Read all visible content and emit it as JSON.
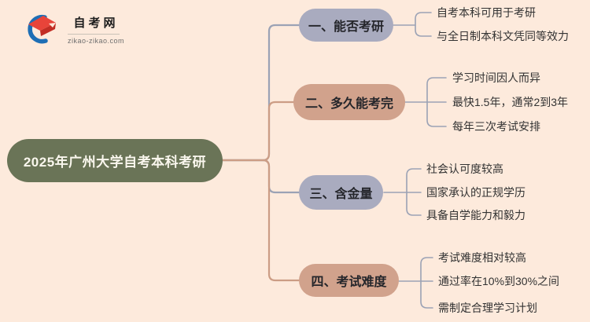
{
  "meta": {
    "type": "mindmap-infographic",
    "site_watermark": "zikao-zikao.com"
  },
  "logo": {
    "title": "自考网",
    "domain": "zikao-zikao.com"
  },
  "root": {
    "label": "2025年广州大学自考本科考研"
  },
  "branches": [
    {
      "label": "一、能否考研",
      "children": [
        "自考本科可用于考研",
        "与全日制本科文凭同等效力"
      ]
    },
    {
      "label": "二、多久能考完",
      "children": [
        "学习时间因人而异",
        "最快1.5年，通常2到3年",
        "每年三次考试安排"
      ]
    },
    {
      "label": "三、含金量",
      "children": [
        "社会认可度较高",
        "国家承认的正规学历",
        "具备自学能力和毅力"
      ]
    },
    {
      "label": "四、考试难度",
      "children": [
        "考试难度相对较高",
        "通过率在10%到30%之间",
        "需制定合理学习计划"
      ]
    }
  ],
  "colors": {
    "background": "#fdeadc",
    "root_fill": "#6a7457",
    "root_text": "#faf7ee",
    "branch_fill_lavender": "#a9abbf",
    "branch_fill_salmon": "#d1a28c",
    "line_gray": "#9ba2b5",
    "line_salmon": "#cc9d85",
    "child_text": "#333333",
    "logo_blue": "#1e6eb5",
    "logo_red": "#e8443a",
    "logo_red_dark": "#c22d24"
  }
}
